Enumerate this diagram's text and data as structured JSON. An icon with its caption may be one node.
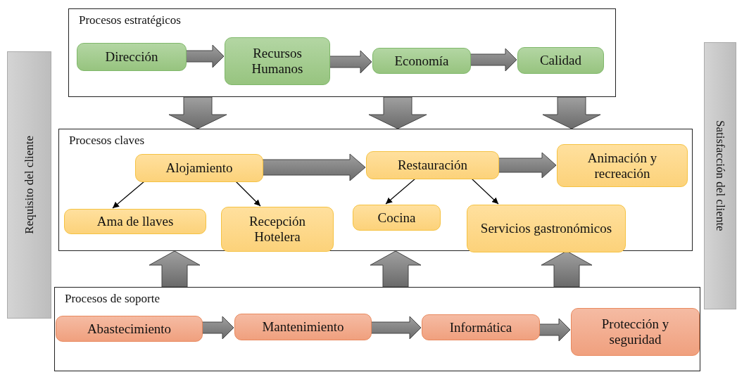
{
  "diagram": {
    "nodes": [
      {
        "text": [
          "Procesos estratégicos"
        ]
      },
      {
        "text": [
          "Dirección"
        ],
        "in": 0
      },
      {
        "text": [
          "Recursos Humanos"
        ],
        "in": 0
      },
      {
        "text": [
          "Economía"
        ],
        "in": 0
      },
      {
        "text": [
          "Calidad"
        ],
        "in": 0
      },
      {
        "text": [
          "Procesos claves"
        ]
      },
      {
        "text": [
          "Alojamiento"
        ],
        "in": 5
      },
      {
        "text": [
          "Restauración"
        ],
        "in": 5
      },
      {
        "text": [
          "Animación y recreación"
        ],
        "in": 5
      },
      {
        "text": [
          "Ama de llaves"
        ],
        "in": 5
      },
      {
        "text": [
          "Recepción Hotelera"
        ],
        "in": 5
      },
      {
        "text": [
          "Cocina"
        ],
        "in": 5
      },
      {
        "text": [
          "Servicios gastronómicos"
        ],
        "in": 5
      },
      {
        "text": [
          "Procesos de soporte"
        ]
      },
      {
        "text": [
          "Abastecimiento"
        ],
        "in": 13
      },
      {
        "text": [
          "Mantenimiento"
        ],
        "in": 13
      },
      {
        "text": [
          "Informática"
        ],
        "in": 13
      },
      {
        "text": [
          "Protección y seguridad"
        ],
        "in": 13
      },
      {
        "text": [
          "Requisito del cliente"
        ]
      },
      {
        "text": [
          "Satisfacción del cliente"
        ]
      }
    ],
    "edges": [
      {
        "from": 1,
        "to": 2,
        "arrow": "to",
        "style": "thick"
      },
      {
        "from": 2,
        "to": 3,
        "arrow": "to",
        "style": "thick"
      },
      {
        "from": 3,
        "to": 4,
        "arrow": "to",
        "style": "thick"
      },
      {
        "from": 6,
        "to": 7,
        "arrow": "to",
        "style": "thick"
      },
      {
        "from": 7,
        "to": 8,
        "arrow": "to",
        "style": "thick"
      },
      {
        "from": 6,
        "to": 9,
        "arrow": "to"
      },
      {
        "from": 6,
        "to": 10,
        "arrow": "to"
      },
      {
        "from": 7,
        "to": 11,
        "arrow": "to"
      },
      {
        "from": 7,
        "to": 12,
        "arrow": "to"
      },
      {
        "from": 0,
        "to": 5,
        "arrow": "to",
        "style": "thick"
      },
      {
        "from": 0,
        "to": 5,
        "arrow": "to",
        "style": "thick"
      },
      {
        "from": 0,
        "to": 5,
        "arrow": "to",
        "style": "thick"
      },
      {
        "from": 13,
        "to": 5,
        "arrow": "to",
        "style": "thick"
      },
      {
        "from": 13,
        "to": 5,
        "arrow": "to",
        "style": "thick"
      },
      {
        "from": 13,
        "to": 5,
        "arrow": "to",
        "style": "thick"
      },
      {
        "from": 14,
        "to": 15,
        "arrow": "to",
        "style": "thick"
      },
      {
        "from": 15,
        "to": 16,
        "arrow": "to",
        "style": "thick"
      },
      {
        "from": 16,
        "to": 17,
        "arrow": "to",
        "style": "thick"
      }
    ]
  }
}
